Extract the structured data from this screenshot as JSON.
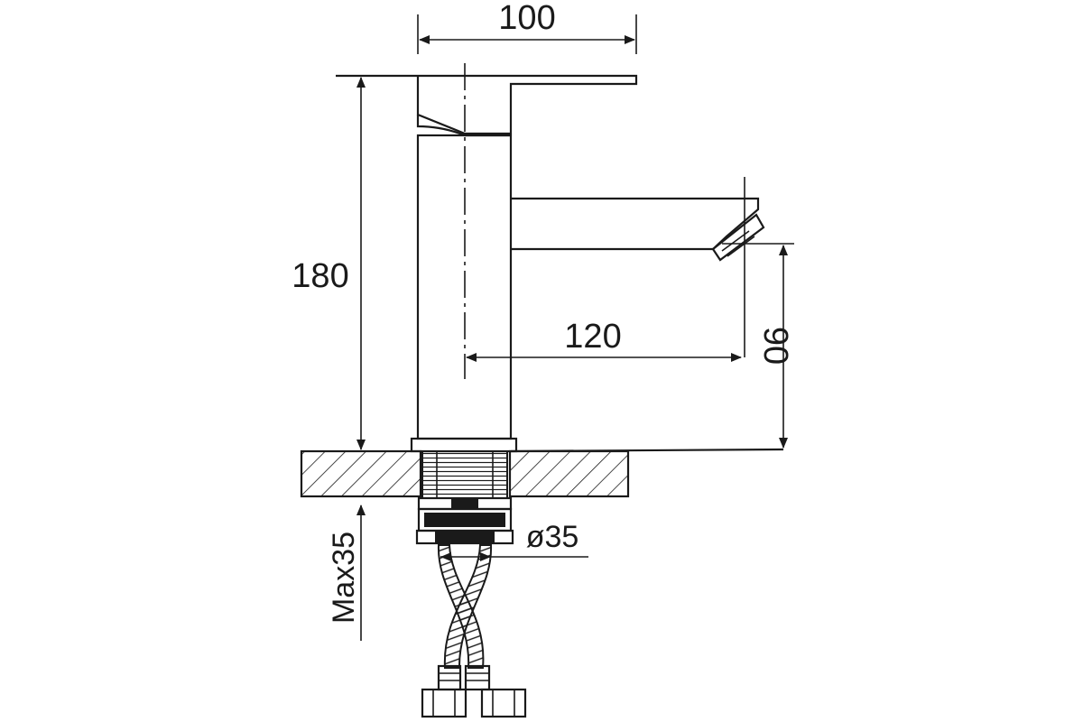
{
  "drawing": {
    "subject": "basin-faucet-dimension-drawing",
    "ink_color": "#1a1a1a",
    "background_color": "#ffffff",
    "dimensions": {
      "handle_length": "100",
      "overall_height": "180",
      "spout_reach": "120",
      "spout_height": "90",
      "mount_diameter": "ø35",
      "max_counter_thickness": "Max35"
    }
  }
}
